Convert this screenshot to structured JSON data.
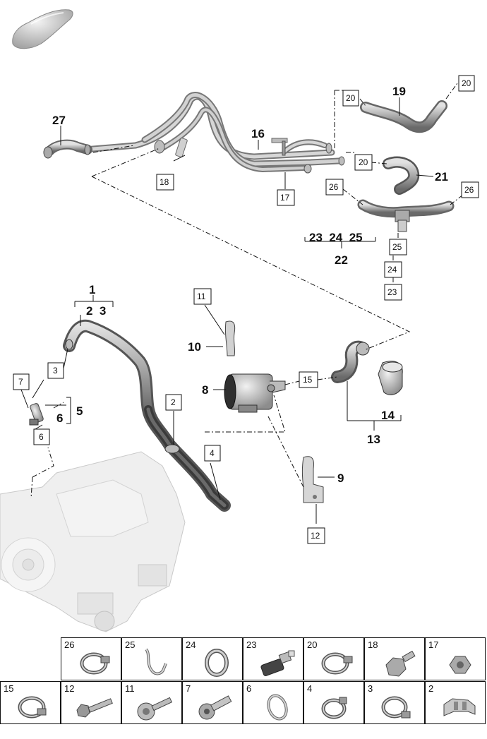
{
  "callouts": {
    "c1": "1",
    "c2_3": "2  3",
    "c5": "5",
    "c6": "6",
    "c8": "8",
    "c9": "9",
    "c10": "10",
    "c13": "13",
    "c14": "14",
    "c16": "16",
    "c19": "19",
    "c21": "21",
    "c22": "22",
    "c23_24_25": "23  24  25",
    "c27": "27"
  },
  "boxes": {
    "b2": "2",
    "b3": "3",
    "b4": "4",
    "b6": "6",
    "b7": "7",
    "b11": "11",
    "b12": "12",
    "b15": "15",
    "b17": "17",
    "b18": "18",
    "b20a": "20",
    "b20b": "20",
    "b20c": "20",
    "b23": "23",
    "b24": "24",
    "b25": "25",
    "b26a": "26",
    "b26b": "26"
  },
  "legend": {
    "top_row": [
      {
        "num": "26",
        "icon": "hose-clamp-icon"
      },
      {
        "num": "25",
        "icon": "spring-clip-icon"
      },
      {
        "num": "24",
        "icon": "sealing-ring-icon"
      },
      {
        "num": "23",
        "icon": "temperature-sensor-icon"
      },
      {
        "num": "20",
        "icon": "hose-clamp-icon"
      },
      {
        "num": "18",
        "icon": "hex-bolt-icon"
      },
      {
        "num": "17",
        "icon": "hex-nut-icon"
      }
    ],
    "bottom_row": [
      {
        "num": "15",
        "icon": "hose-clamp-icon"
      },
      {
        "num": "12",
        "icon": "hex-bolt-icon"
      },
      {
        "num": "11",
        "icon": "flange-bolt-icon"
      },
      {
        "num": "7",
        "icon": "socket-screw-icon"
      },
      {
        "num": "6",
        "icon": "sealing-ring-icon"
      },
      {
        "num": "4",
        "icon": "hose-clamp-icon"
      },
      {
        "num": "3",
        "icon": "hose-clamp-icon"
      },
      {
        "num": "2",
        "icon": "holder-bracket-icon"
      }
    ]
  }
}
